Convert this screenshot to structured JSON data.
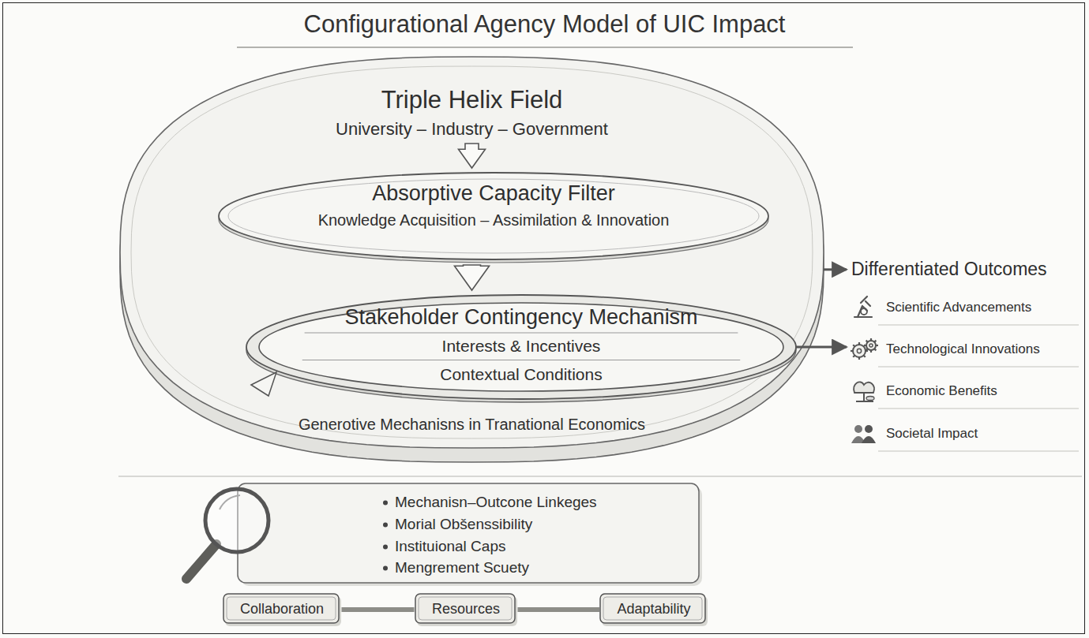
{
  "diagram": {
    "title": "Configurational Agency Model of UIC Impact",
    "nodes": [
      {
        "text": [
          "Triple Helix Field",
          "University – Industry – Government",
          "Generotive Mechanisns in Tranational Economics"
        ]
      },
      {
        "text": [
          "Absorptive Capacity Filter",
          "Knowledge Acquisition – Assimilation & Innovation"
        ],
        "in": 0
      },
      {
        "text": [
          "Stakeholder Contingency Mechanism",
          "Interests & Incentives",
          "Contextual Conditions"
        ],
        "in": 0
      },
      {
        "text": [
          "Differentiated Outcomes",
          "Scientific Advancements",
          "Technological Innovations",
          "Economic Benefits",
          "Societal Impact"
        ]
      },
      {
        "text": [
          "Mechanisn–Outcone Linkeges",
          "Morial Obšenssibility",
          "Instituional Caps",
          "Mengrement Scuety"
        ]
      },
      {
        "text": [
          "Collaboration"
        ]
      },
      {
        "text": [
          "Resources"
        ]
      },
      {
        "text": [
          "Adaptability"
        ]
      }
    ],
    "edges": [
      {
        "from": 0,
        "to": 3,
        "arrow": "to"
      },
      {
        "from": 2,
        "to": 3,
        "arrow": "to"
      },
      {
        "from": 5,
        "to": 6,
        "arrow": "none"
      },
      {
        "from": 6,
        "to": 7,
        "arrow": "none"
      }
    ]
  }
}
